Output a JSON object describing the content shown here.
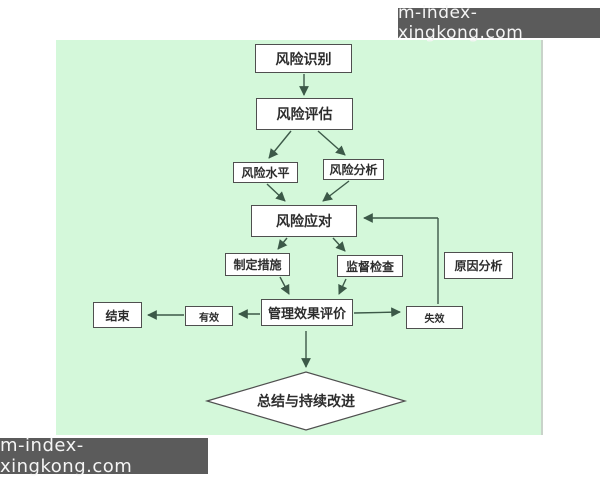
{
  "watermark": {
    "text": "m-index-xingkong.com"
  },
  "colors": {
    "canvas_background": "#d4f8da",
    "page_background": "#ffffff",
    "watermark_banner": "#5b5b5b",
    "watermark_text": "#ffffff",
    "box_background": "#ffffff",
    "box_border": "#4f4f4f",
    "connector": "#3c5948",
    "text": "#2d2d2d"
  },
  "flowchart": {
    "nodes": [
      {
        "id": "risk-identification",
        "label": "风险识别",
        "shape": "rect"
      },
      {
        "id": "risk-assessment",
        "label": "风险评估",
        "shape": "rect"
      },
      {
        "id": "risk-level",
        "label": "风险水平",
        "shape": "rect"
      },
      {
        "id": "risk-analysis",
        "label": "风险分析",
        "shape": "rect"
      },
      {
        "id": "risk-response",
        "label": "风险应对",
        "shape": "rect"
      },
      {
        "id": "formulate-measures",
        "label": "制定措施",
        "shape": "rect"
      },
      {
        "id": "supervise-inspect",
        "label": "监督检查",
        "shape": "rect"
      },
      {
        "id": "cause-analysis",
        "label": "原因分析",
        "shape": "rect"
      },
      {
        "id": "management-effect-evaluation",
        "label": "管理效果评价",
        "shape": "rect"
      },
      {
        "id": "effective",
        "label": "有效",
        "shape": "rect"
      },
      {
        "id": "ineffective",
        "label": "失效",
        "shape": "rect"
      },
      {
        "id": "end",
        "label": "结束",
        "shape": "rect"
      },
      {
        "id": "summary-continuous-improvement",
        "label": "总结与持续改进",
        "shape": "diamond"
      }
    ],
    "edges": [
      {
        "from": "风险识别",
        "to": "风险评估"
      },
      {
        "from": "风险评估",
        "to": "风险水平"
      },
      {
        "from": "风险评估",
        "to": "风险分析"
      },
      {
        "from": "风险水平",
        "to": "风险应对"
      },
      {
        "from": "风险分析",
        "to": "风险应对"
      },
      {
        "from": "风险应对",
        "to": "制定措施"
      },
      {
        "from": "风险应对",
        "to": "监督检查"
      },
      {
        "from": "制定措施",
        "to": "管理效果评价"
      },
      {
        "from": "监督检查",
        "to": "管理效果评价"
      },
      {
        "from": "管理效果评价",
        "to": "有效"
      },
      {
        "from": "有效",
        "to": "结束"
      },
      {
        "from": "管理效果评价",
        "to": "失效"
      },
      {
        "from": "失效",
        "to": "风险应对"
      },
      {
        "from": "管理效果评价",
        "to": "总结与持续改进"
      }
    ]
  }
}
